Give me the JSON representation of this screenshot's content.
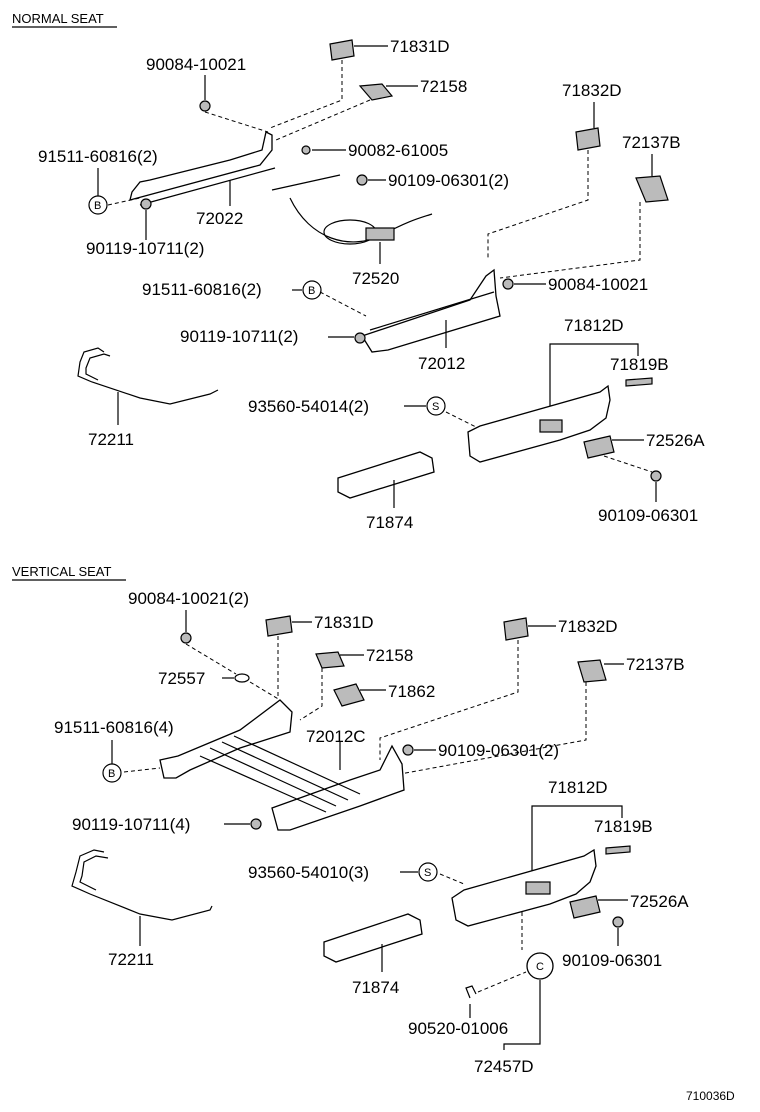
{
  "figure_number": "710036D",
  "sections": {
    "normal": {
      "title": "NORMAL SEAT",
      "labels": {
        "p71831d": "71831D",
        "p90084_a": "90084-10021",
        "p72158": "72158",
        "p71832d": "71832D",
        "p72137b": "72137B",
        "p91511_a": "91511-60816(2)",
        "p90082": "90082-61005",
        "p90109_a": "90109-06301(2)",
        "p72022": "72022",
        "p90119_a": "90119-10711(2)",
        "p72520": "72520",
        "p91511_b": "91511-60816(2)",
        "p90084_b": "90084-10021",
        "p90119_b": "90119-10711(2)",
        "p71812d": "71812D",
        "p72012": "72012",
        "p71819b": "71819B",
        "p93560": "93560-54014(2)",
        "p72211": "72211",
        "p72526a": "72526A",
        "p71874": "71874",
        "p90109_b": "90109-06301"
      },
      "circles": {
        "b1": "B",
        "b2": "B",
        "s1": "S"
      }
    },
    "vertical": {
      "title": "VERTICAL SEAT",
      "labels": {
        "p90084": "90084-10021(2)",
        "p71831d": "71831D",
        "p71832d": "71832D",
        "p72158": "72158",
        "p72137b": "72137B",
        "p72557": "72557",
        "p71862": "71862",
        "p91511": "91511-60816(4)",
        "p72012c": "72012C",
        "p90109_a": "90109-06301(2)",
        "p90119": "90119-10711(4)",
        "p71812d": "71812D",
        "p71819b": "71819B",
        "p93560": "93560-54010(3)",
        "p72526a": "72526A",
        "p90109_b": "90109-06301",
        "p72211": "72211",
        "p71874": "71874",
        "p90520": "90520-01006",
        "p72457d": "72457D"
      },
      "circles": {
        "b1": "B",
        "s1": "S",
        "c1": "C"
      }
    }
  }
}
